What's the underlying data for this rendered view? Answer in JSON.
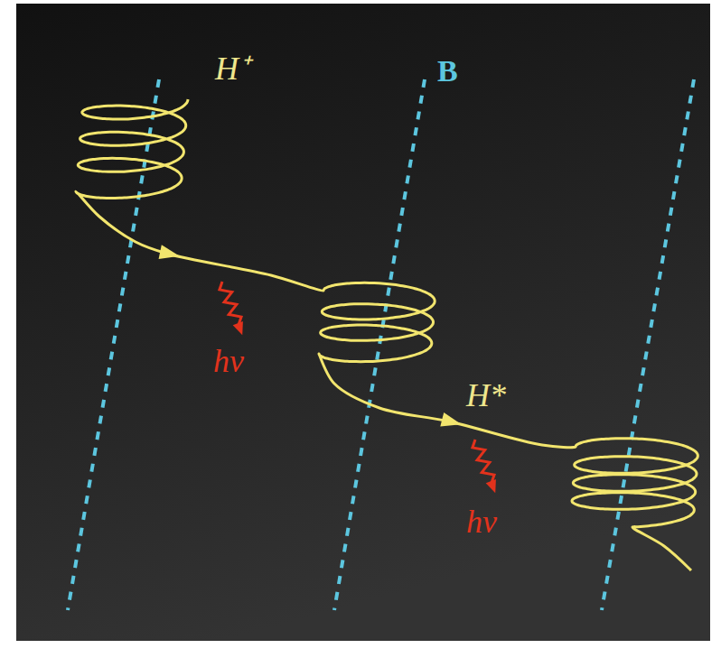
{
  "diagram": {
    "labels": [
      "H⁺",
      "B",
      "H*",
      "hν",
      "hν"
    ]
  }
}
